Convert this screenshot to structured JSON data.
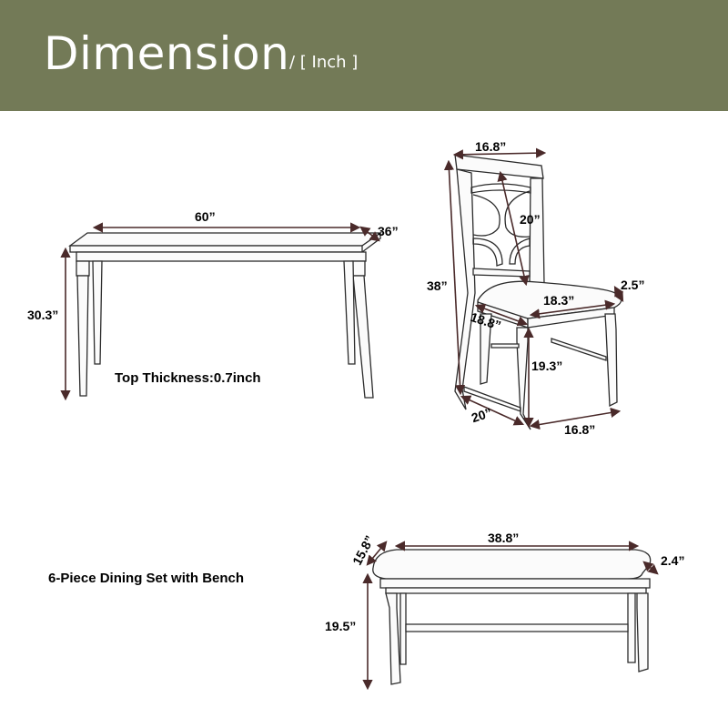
{
  "header": {
    "title": "Dimension",
    "unit": "/ [ Inch ]"
  },
  "table": {
    "length": "60”",
    "depth": "36”",
    "height": "30.3”",
    "note": "Top Thickness:0.7inch"
  },
  "chair": {
    "top_width": "16.8”",
    "back_height": "20”",
    "total_height": "38”",
    "seat_thickness": "2.5”",
    "seat_width": "18.3”",
    "seat_depth": "18.8”",
    "seat_height": "19.3”",
    "base_depth": "20”",
    "base_width": "16.8”"
  },
  "bench": {
    "depth": "15.8”",
    "length": "38.8”",
    "seat_thickness": "2.4”",
    "height": "19.5”"
  },
  "caption": "6-Piece Dining Set with Bench",
  "colors": {
    "header_bg": "#737a57",
    "arrow": "#4a2a2a",
    "line": "#2b2b2b"
  }
}
